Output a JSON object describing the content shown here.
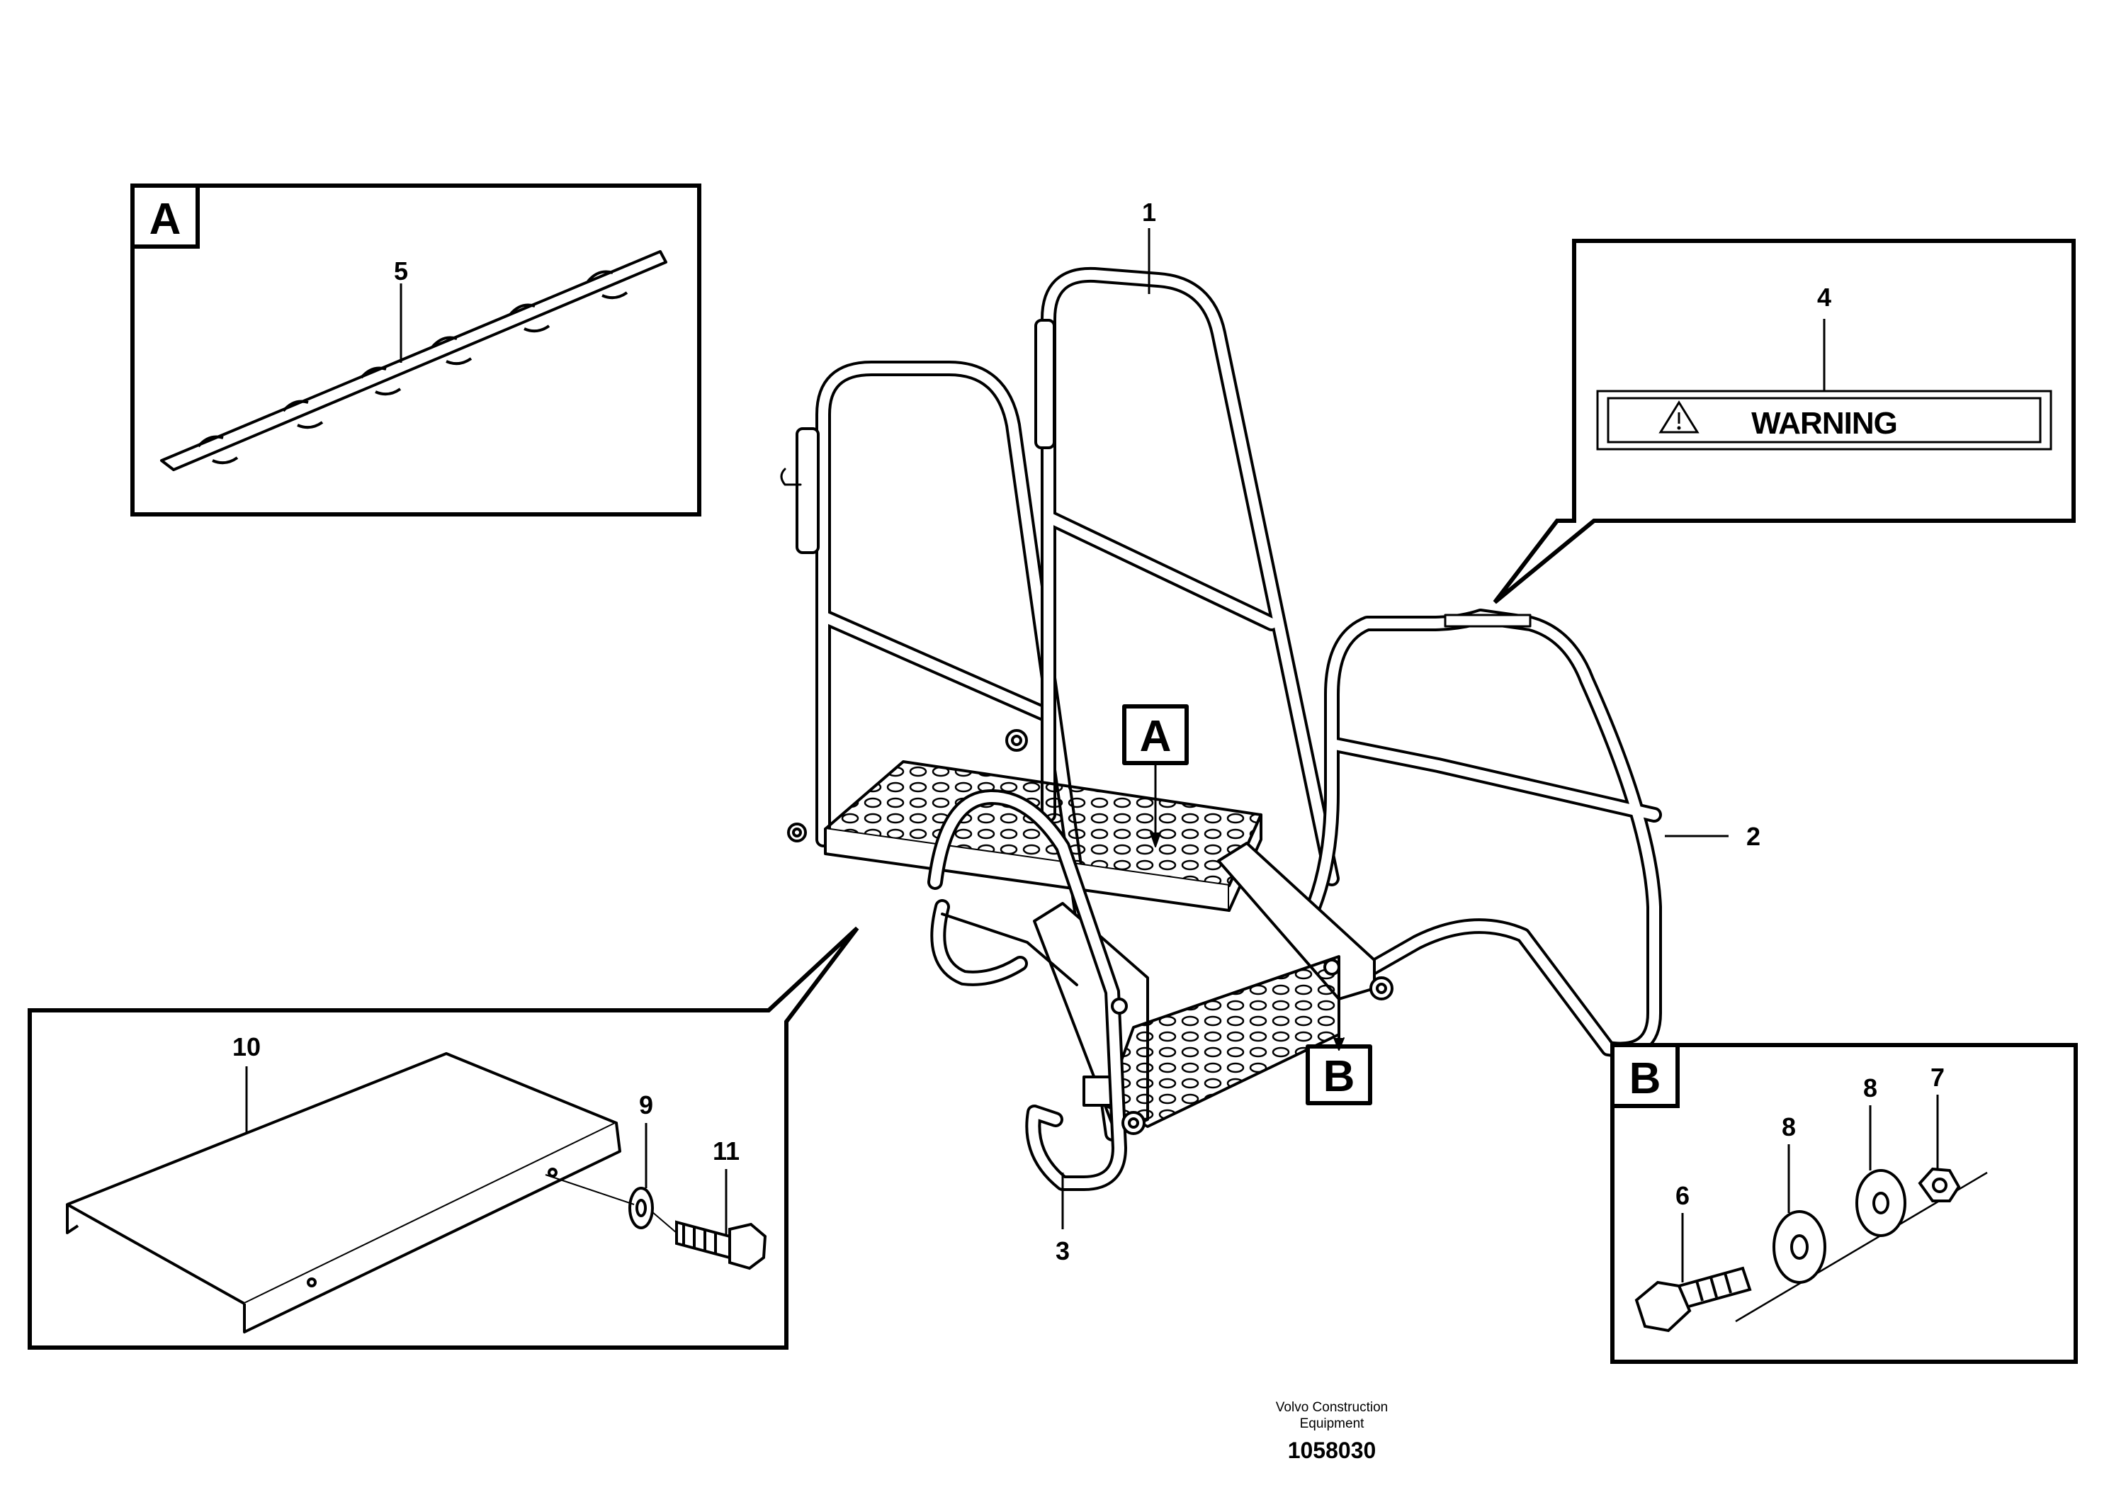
{
  "detail_labels": {
    "a": "A",
    "b": "B"
  },
  "callouts": {
    "c1": "1",
    "c2": "2",
    "c3": "3",
    "c4": "4",
    "c5": "5",
    "c6": "6",
    "c7": "7",
    "c8a": "8",
    "c8b": "8",
    "c9": "9",
    "c10": "10",
    "c11": "11"
  },
  "decal_text": "WARNING",
  "footer": {
    "brand_line1": "Volvo Construction",
    "brand_line2": "Equipment",
    "drawing_number": "1058030"
  }
}
